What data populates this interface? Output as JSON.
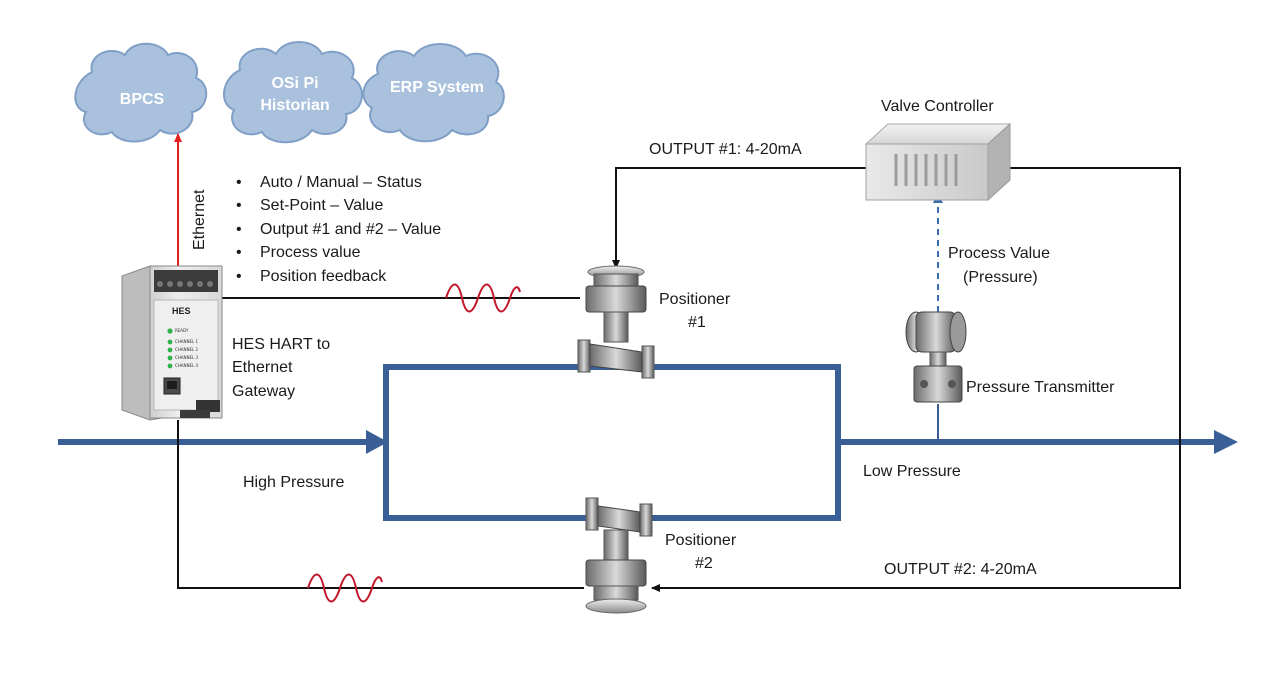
{
  "clouds": [
    {
      "label": "BPCS"
    },
    {
      "label_line1": "OSi Pi",
      "label_line2": "Historian"
    },
    {
      "label": "ERP System"
    }
  ],
  "ethernet_label": "Ethernet",
  "data_points": [
    "Auto / Manual – Status",
    "Set-Point – Value",
    "Output #1 and #2 – Value",
    "Process value",
    "Position feedback"
  ],
  "gateway": {
    "line1": "HES HART to",
    "line2": "Ethernet",
    "line3": "Gateway",
    "brand": "HES",
    "leds": [
      "READY",
      "CHANNEL 1",
      "CHANNEL 2",
      "CHANNEL 3",
      "CHANNEL 4"
    ]
  },
  "valve_controller": {
    "label": "Valve Controller"
  },
  "output1_label": "OUTPUT #1: 4-20mA",
  "output2_label": "OUTPUT #2: 4-20mA",
  "positioner1": {
    "line1": "Positioner",
    "line2": "#1"
  },
  "positioner2": {
    "line1": "Positioner",
    "line2": "#2"
  },
  "process_value": {
    "line1": "Process Value",
    "line2": "(Pressure)"
  },
  "pressure_transmitter": {
    "label": "Pressure Transmitter"
  },
  "high_pressure_label": "High Pressure",
  "low_pressure_label": "Low Pressure",
  "colors": {
    "pipe": "#3a5f96",
    "cloud_fill": "#a9c1dd",
    "cloud_stroke": "#7f9fc6",
    "signal_red": "#c0182a",
    "ethernet_red": "#e8201c",
    "dashed_blue": "#3a6cb0",
    "wire": "#111111"
  }
}
